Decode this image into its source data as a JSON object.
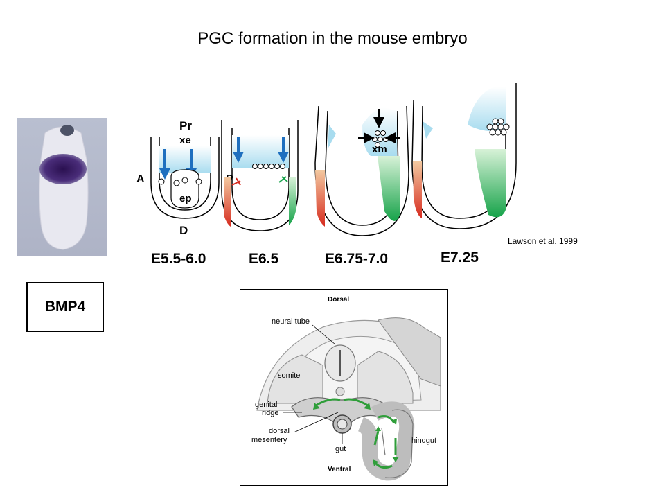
{
  "title": "PGC formation in the mouse embryo",
  "citation": "Lawson et al. 1999",
  "bmp_label": "BMP4",
  "stages": [
    "E5.5-6.0",
    "E6.5",
    "E6.75-7.0",
    "E7.25"
  ],
  "embryo_labels": {
    "pr": "Pr",
    "xe": "xe",
    "a": "A",
    "p": "P",
    "ep": "ep",
    "d": "D",
    "xm": "xm"
  },
  "lower_diagram": {
    "dorsal": "Dorsal",
    "ventral": "Ventral",
    "neural_tube": "neural tube",
    "somite": "somite",
    "genital_ridge_1": "genital",
    "genital_ridge_2": "ridge",
    "dorsal_mesentery_1": "dorsal",
    "dorsal_mesentery_2": "mesentery",
    "gut": "gut",
    "hindgut": "hindgut"
  },
  "colors": {
    "extraembryonic_blue": "#a8dcef",
    "arrow_blue": "#1e6fbf",
    "anterior_red": "#d62b1f",
    "posterior_green": "#17a34a",
    "bmp4_stain": "#3a1f66",
    "migration_arrow_green": "#2f9e3a"
  }
}
